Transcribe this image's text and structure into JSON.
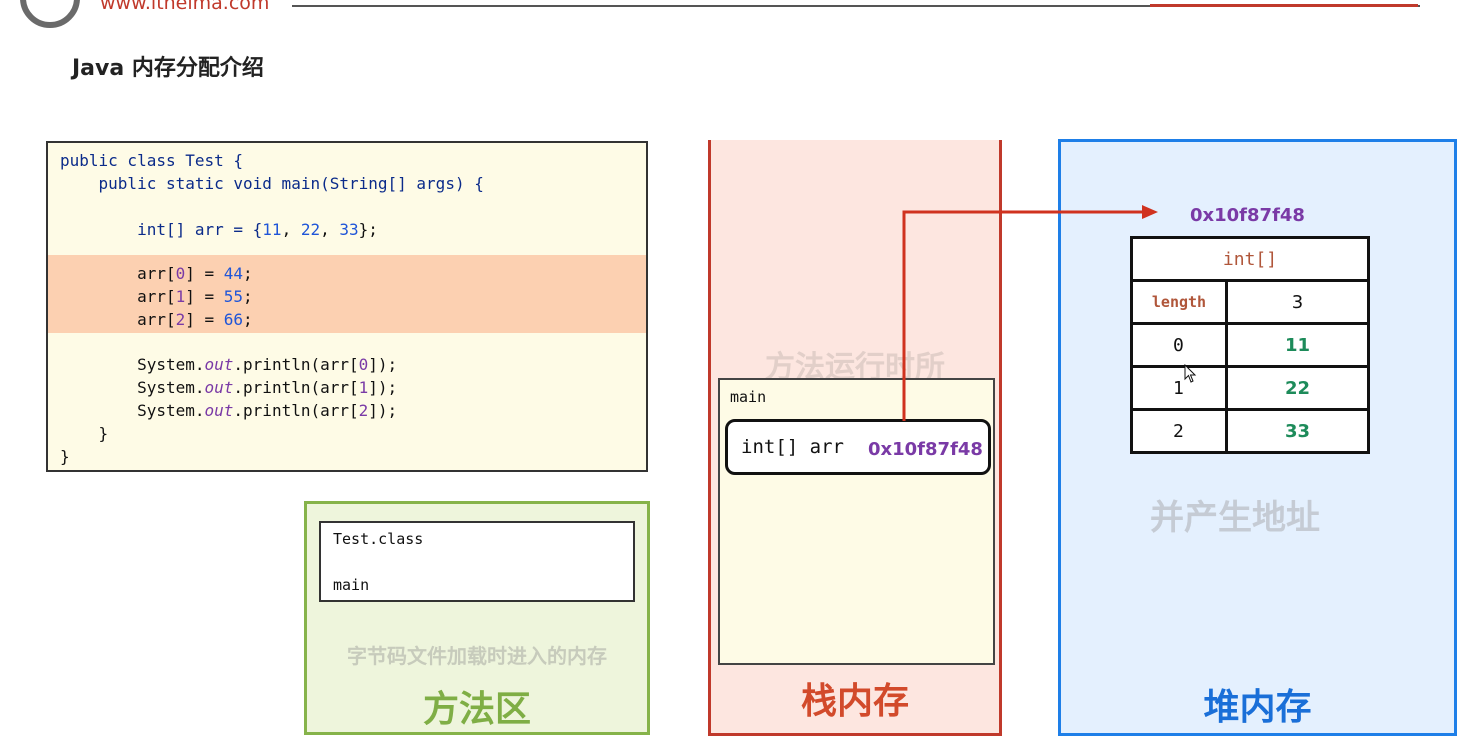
{
  "header": {
    "site": "www.itheima.com",
    "title": "Java 内存分配介绍"
  },
  "code": {
    "line1": "public class Test {",
    "line2": "    public static void main(String[] args) {",
    "line3_pre": "        int[] arr = {",
    "n11": "11",
    "n22": "22",
    "n33": "33",
    "line3_post": "};",
    "assign": [
      {
        "lhs": "        arr[",
        "i": "0",
        "rhs": "] = ",
        "v": "44",
        "end": ";"
      },
      {
        "lhs": "        arr[",
        "i": "1",
        "rhs": "] = ",
        "v": "55",
        "end": ";"
      },
      {
        "lhs": "        arr[",
        "i": "2",
        "rhs": "] = ",
        "v": "66",
        "end": ";"
      }
    ],
    "prints": [
      {
        "pre": "        System.",
        "out": "out",
        "mid": ".println(arr[",
        "i": "0",
        "end": "]);"
      },
      {
        "pre": "        System.",
        "out": "out",
        "mid": ".println(arr[",
        "i": "1",
        "end": "]);"
      },
      {
        "pre": "        System.",
        "out": "out",
        "mid": ".println(arr[",
        "i": "2",
        "end": "]);"
      }
    ],
    "close1": "    }",
    "close2": "}"
  },
  "method_area": {
    "class_name": "Test.class",
    "method_name": "main",
    "description": "字节码文件加载时进入的内存",
    "title": "方法区"
  },
  "stack": {
    "ghost_text": "方法运行时所",
    "frame_name": "main",
    "var_decl": "int[] arr",
    "var_value": "0x10f87f48",
    "title": "栈内存"
  },
  "heap": {
    "address": "0x10f87f48",
    "type_label": "int[]",
    "length_label": "length",
    "length_value": "3",
    "rows": [
      {
        "index": "0",
        "value": "11"
      },
      {
        "index": "1",
        "value": "22"
      },
      {
        "index": "2",
        "value": "33"
      }
    ],
    "ghost_text": "并产生地址",
    "title": "堆内存"
  },
  "colors": {
    "stack_border": "#c0392b",
    "heap_border": "#1e7fe8",
    "method_border": "#86b34a",
    "address": "#7a3aa6",
    "array_value": "#1d8b5a",
    "arrow": "#d0321f"
  }
}
